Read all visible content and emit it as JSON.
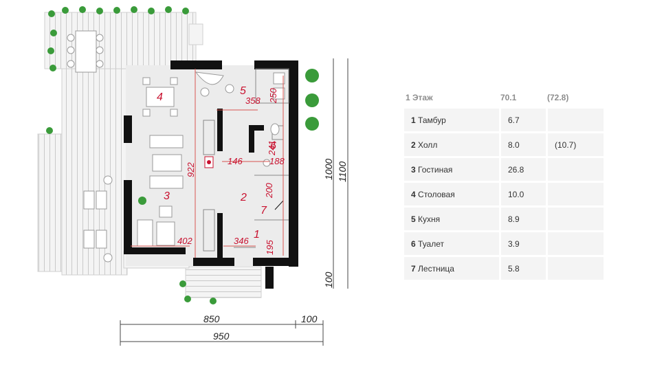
{
  "plan": {
    "room_numbers": [
      "1",
      "2",
      "3",
      "4",
      "5",
      "6",
      "7"
    ],
    "inner_dims": [
      "358",
      "250",
      "922",
      "146",
      "241",
      "188",
      "200",
      "402",
      "346",
      "195"
    ],
    "outer_dims": [
      "1000",
      "1100",
      "100",
      "850",
      "100",
      "950"
    ]
  },
  "table": {
    "floor_label": "1 Этаж",
    "floor_total": "70.1",
    "floor_total_alt": "(72.8)",
    "rows": [
      {
        "num": "1",
        "name": "Тамбур",
        "area": "6.7",
        "alt": ""
      },
      {
        "num": "2",
        "name": "Холл",
        "area": "8.0",
        "alt": "(10.7)"
      },
      {
        "num": "3",
        "name": "Гостиная",
        "area": "26.8",
        "alt": ""
      },
      {
        "num": "4",
        "name": "Столовая",
        "area": "10.0",
        "alt": ""
      },
      {
        "num": "5",
        "name": "Кухня",
        "area": "8.9",
        "alt": ""
      },
      {
        "num": "6",
        "name": "Туалет",
        "area": "3.9",
        "alt": ""
      },
      {
        "num": "7",
        "name": "Лестница",
        "area": "5.8",
        "alt": ""
      }
    ]
  },
  "colors": {
    "wall": "#111111",
    "floor": "#ececec",
    "terrace": "#f3f3f3",
    "plant": "#3a9b3a",
    "accent_red": "#c8102e"
  }
}
